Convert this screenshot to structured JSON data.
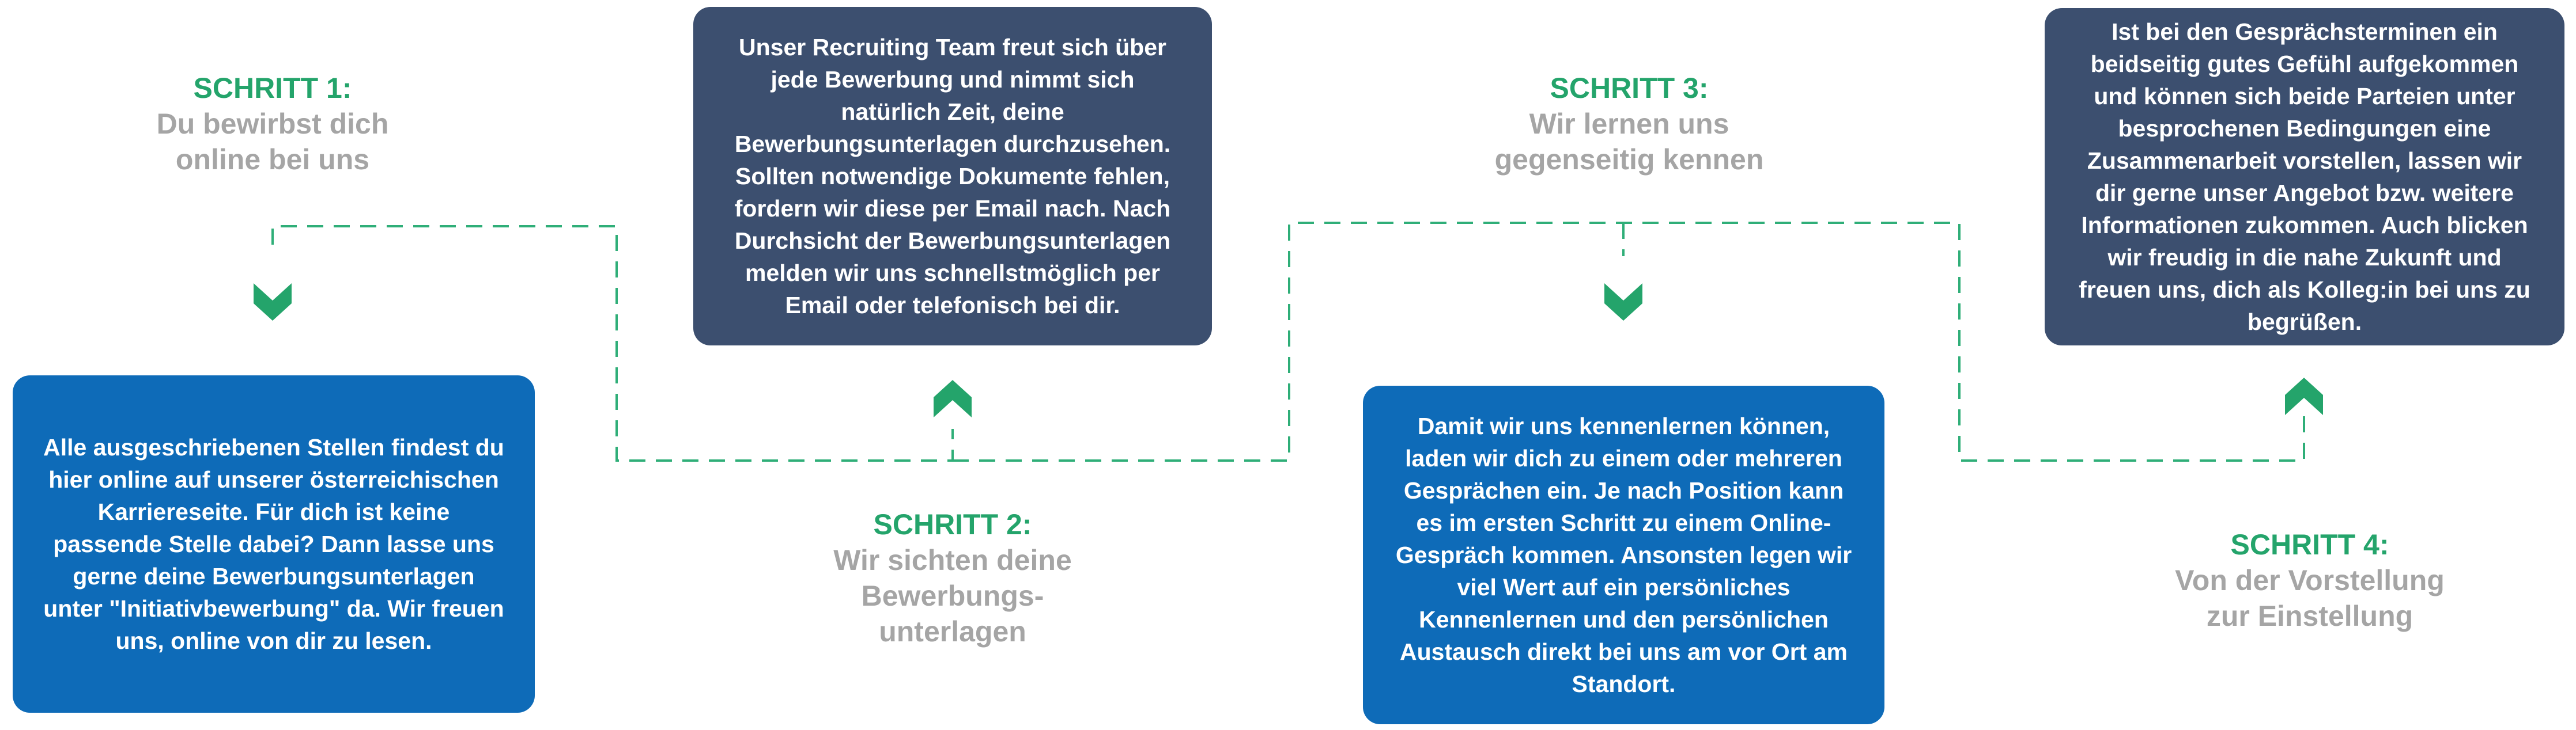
{
  "colors": {
    "accent_green": "#24a46b",
    "title_gray": "#a5a5a5",
    "box_blue": "#0e6bb8",
    "box_navy": "#3c4f6f",
    "dash_green": "#2fae78"
  },
  "steps": [
    {
      "label": "SCHRITT 1:",
      "title": "Du bewirbst dich\nonline bei uns",
      "text": "Alle ausgeschriebenen Stellen findest du\nhier online auf unserer österreichischen\nKarriereseite. Für dich ist keine\npassende Stelle dabei? Dann lasse uns\ngerne deine Bewerbungsunterlagen\nunter \"Initiativbewerbung\" da. Wir freuen\nuns, online von dir zu lesen.",
      "arrow_icon": "chevron-down-icon"
    },
    {
      "label": "SCHRITT 2:",
      "title": "Wir sichten deine\nBewerbungs-\nunterlagen",
      "text": "Unser Recruiting Team freut sich über\njede Bewerbung und nimmt sich\nnatürlich Zeit, deine\nBewerbungsunterlagen durchzusehen.\nSollten notwendige Dokumente fehlen,\nfordern wir diese per Email nach. Nach\nDurchsicht der Bewerbungsunterlagen\nmelden wir uns schnellstmöglich per\nEmail oder telefonisch bei dir.",
      "arrow_icon": "chevron-up-icon"
    },
    {
      "label": "SCHRITT 3:",
      "title": "Wir lernen uns\ngegenseitig kennen",
      "text": "Damit wir uns kennenlernen können,\nladen wir dich zu einem oder mehreren\nGesprächen ein. Je nach Position kann\nes im ersten Schritt zu einem Online-\nGespräch kommen. Ansonsten legen wir\nviel Wert auf ein persönliches\nKennenlernen und den persönlichen\nAustausch direkt bei uns am vor Ort am\nStandort.",
      "arrow_icon": "chevron-down-icon"
    },
    {
      "label": "SCHRITT 4:",
      "title": "Von der Vorstellung\nzur Einstellung",
      "text": "Ist bei den Gesprächsterminen ein\nbeidseitig gutes Gefühl aufgekommen\nund können sich beide Parteien unter\nbesprochenen Bedingungen eine\nZusammenarbeit vorstellen, lassen wir\ndir gerne unser Angebot bzw. weitere\nInformationen zukommen. Auch blicken\nwir freudig in die nahe Zukunft und\nfreuen uns, dich als Kolleg:in bei uns zu\nbegrüßen.",
      "arrow_icon": "chevron-up-icon"
    }
  ]
}
